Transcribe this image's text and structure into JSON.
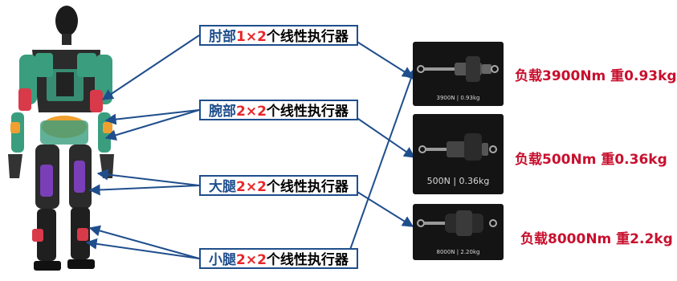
{
  "labels": {
    "elbow": {
      "part": "肘部",
      "count": "1×2",
      "rest": "个线性执行器"
    },
    "wrist": {
      "part": "腕部",
      "count": "2×2",
      "rest": "个线性执行器"
    },
    "thigh": {
      "part": "大腿",
      "count": "2×2",
      "rest": "个线性执行器"
    },
    "shin": {
      "part": "小腿",
      "count": "2×2",
      "rest": "个线性执行器"
    }
  },
  "actuators": [
    {
      "caption": "3900N  |  0.93kg",
      "spec": "负载3900Nm 重0.93kg"
    },
    {
      "caption": "500N  |  0.36kg",
      "spec": "负载500Nm 重0.36kg"
    },
    {
      "caption": "8000N  |  2.20kg",
      "spec": "负载8000Nm 重2.2kg"
    }
  ],
  "colors": {
    "arrow": "#1f4e8c",
    "count": "#e8262a",
    "spec": "#c8102e",
    "robot_green": "#3a9e7e",
    "robot_purple": "#7a3fb8",
    "robot_red": "#d93a4a",
    "robot_orange": "#f0a030"
  },
  "icons": [
    "humanoid-robot",
    "linear-actuator"
  ]
}
